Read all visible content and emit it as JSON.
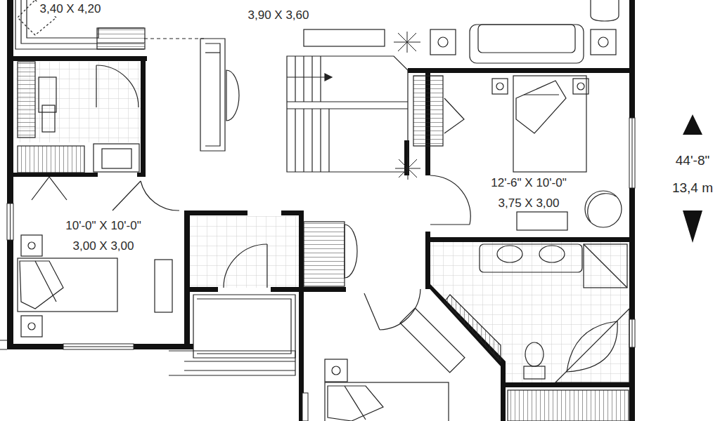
{
  "diagram": {
    "labels": [
      "3,40 X 4,20",
      "3,90 X 3,60",
      "12'-6\" X 10'-0\"",
      "3,75 X 3,00",
      "10'-0\" X 10'-0\"",
      "3,00 X 3,00",
      "44'-8\"",
      "13,4 m"
    ]
  }
}
